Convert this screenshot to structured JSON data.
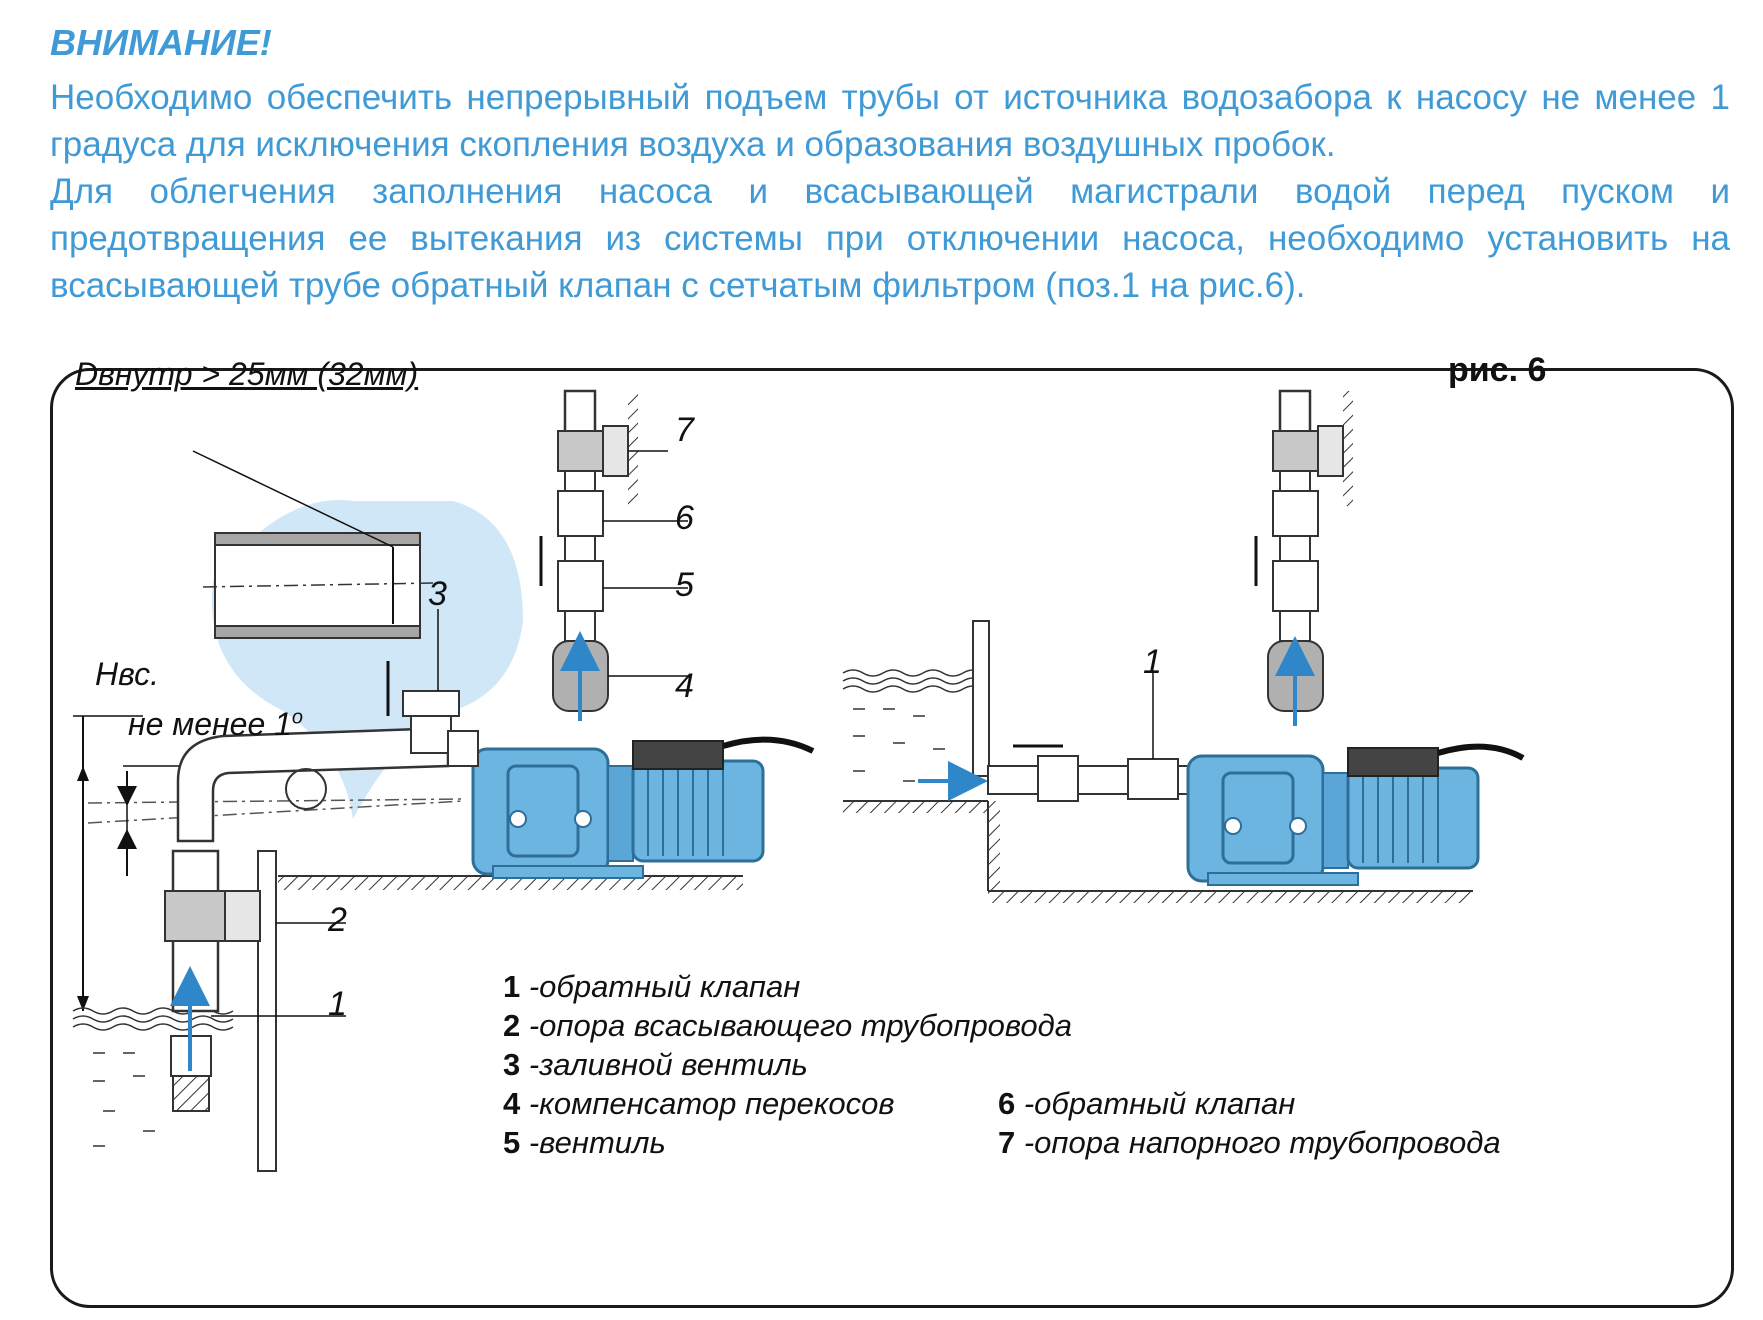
{
  "warning": {
    "title": "ВНИМАНИЕ!",
    "p1": "Необходимо обеспечить непрерывный подъем трубы от источника водозабора к насосу не менее 1 градуса для исключения скопления воздуха и образования воздушных пробок.",
    "p2": "Для облегчения заполнения насоса и всасывающей магистрали водой перед пуском и предотвращения ее вытекания из системы при отключении насоса, необходимо установить на всасывающей трубе обратный клапан с сетчатым фильтром (поз.1  на рис.6)."
  },
  "figure": {
    "caption": "рис. 6",
    "diameter_label": "Dвнутр > 25мм (32мм)",
    "height_label": "Нвс.",
    "slope_label": "не менее 1",
    "slope_sup": "о",
    "callouts": {
      "left": [
        "7",
        "6",
        "5",
        "4",
        "3",
        "2",
        "1"
      ],
      "right": [
        "1"
      ]
    },
    "legend": [
      {
        "num": "1",
        "text": " -обратный клапан"
      },
      {
        "num": "2",
        "text": " -опора всасывающего трубопровода"
      },
      {
        "num": "3",
        "text": " -заливной вентиль"
      },
      {
        "num": "4",
        "text": " -компенсатор перекосов"
      },
      {
        "num": "5",
        "text": " -вентиль"
      },
      {
        "num": "6",
        "text": " -обратный клапан"
      },
      {
        "num": "7",
        "text": " -опора напорного трубопровода"
      }
    ],
    "colors": {
      "pump": "#6bb5e0",
      "pump_dark": "#2e6f99",
      "arrow": "#2f86c8",
      "bubble": "#cfe7f7",
      "text_blue": "#3f9ad6"
    }
  }
}
